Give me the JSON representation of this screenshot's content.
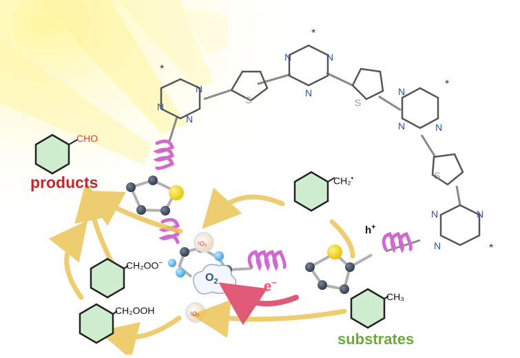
{
  "labels": {
    "products": "products",
    "substrates": "substrates",
    "cho": "CHO",
    "ch2_radical": "CH₂",
    "ch2oo": "CH₂OO",
    "ch2ooh": "CH₂OOH",
    "ch3": "CH₃",
    "hole": "h",
    "electron": "e",
    "oxygen": "O",
    "singlet_oxygen": "¹O₂",
    "nitrogen": "N",
    "sulfur": "S",
    "asterisk": "*"
  },
  "colors": {
    "products": "#c0282e",
    "substrates": "#6aaa3a",
    "sun": "#fff27a",
    "arrows": "#ecc458",
    "electron_arrow": "#e05a78",
    "benzene_fill": "#cfeed0",
    "nitrogen_text": "#2a4fb0",
    "spring": "#d06ad0",
    "sulfur_atom": "#f2d21a",
    "carbon_atom": "#4a5468"
  }
}
